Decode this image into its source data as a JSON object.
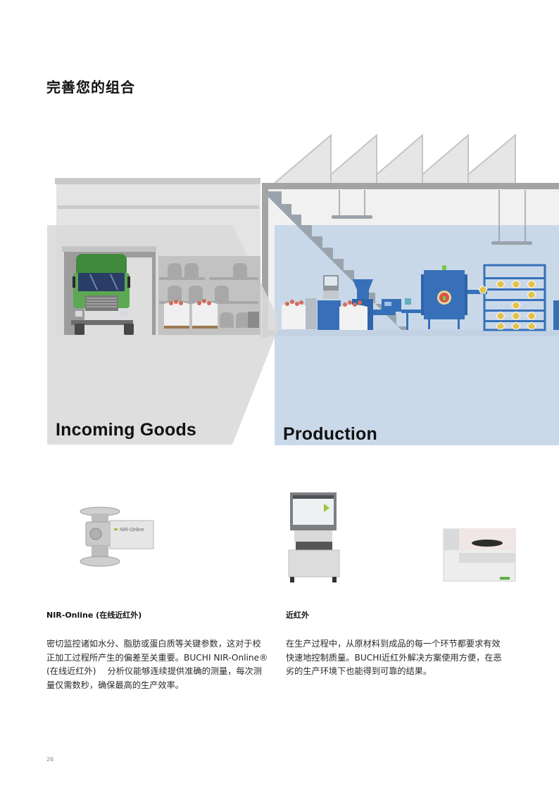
{
  "page": {
    "title": "完善您的组合",
    "page_number": "26"
  },
  "illustration": {
    "zones": [
      {
        "id": "incoming",
        "label": "Incoming Goods",
        "color": "#d9d9d9"
      },
      {
        "id": "production",
        "label": "Production",
        "color": "#c6d6e8"
      }
    ],
    "colors": {
      "wall": "#e3e3e3",
      "structure": "#a6a6a6",
      "truck_green": "#4c9a44",
      "truck_cab": "#3a7a35",
      "machine_blue": "#3770b8",
      "sack": "#f0f0f0",
      "goods_red": "#d46a5a",
      "product_yellow": "#e3c24a"
    }
  },
  "products": [
    {
      "id": "nir-online",
      "image_alt": "BUCHI NIR-Online process analyzer",
      "device_label": "NIR-Online",
      "title": "NIR-Online (在线近红外)",
      "description_lines": [
        "密切监控诸如水分、脂肪或蛋白质等关键参数，这对于校",
        "正加工过程所产生的偏差至关重要。BUCHI NIR-Online®",
        "(在线近红外)　 分析仪能够连续提供准确的测量，每次测",
        "量仅需数秒，确保最高的生产效率。"
      ]
    },
    {
      "id": "nir",
      "image_alt": "BUCHI NIR benchtop analyzers",
      "title": "近红外",
      "description_lines": [
        "在生产过程中，从原材料到成品的每一个环节都要求有效",
        "快速地控制质量。BUCHI近红外解决方案使用方便，在恶",
        "劣的生产环境下也能得到可靠的结果。"
      ]
    }
  ]
}
